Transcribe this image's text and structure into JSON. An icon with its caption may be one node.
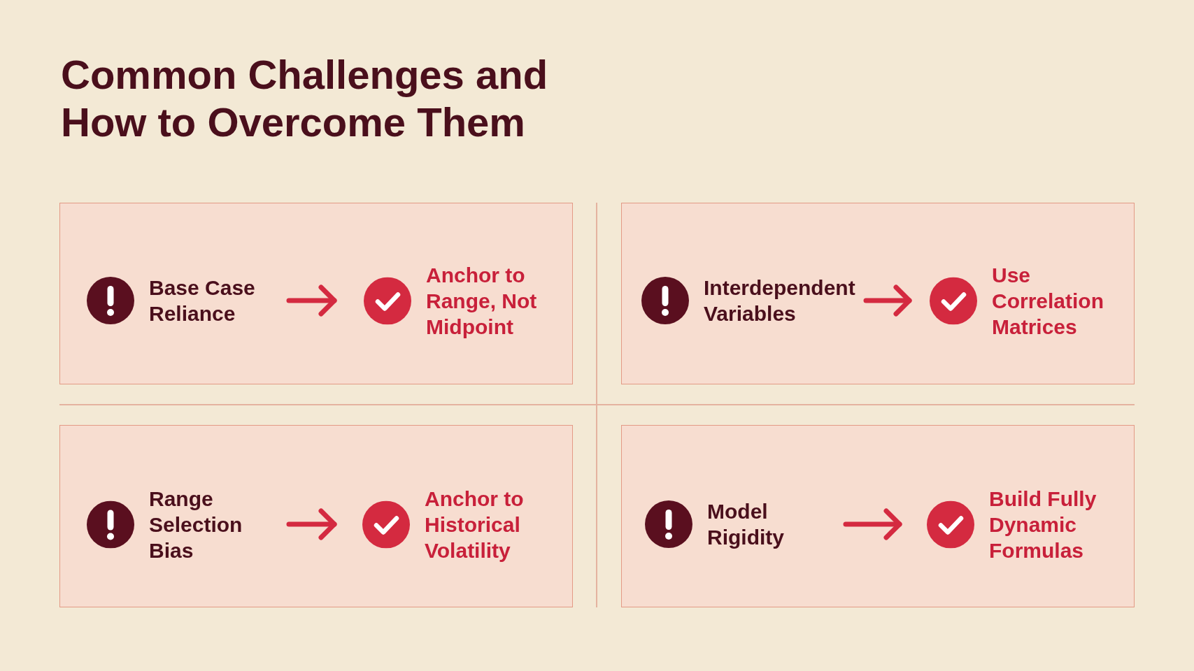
{
  "diagram": {
    "title": "Common Challenges and How to Overcome Them",
    "nodes": [
      {
        "text": [],
        "shape": "box"
      },
      {
        "text": [
          "Base Case Reliance"
        ],
        "in": 0
      },
      {
        "text": [
          "Anchor to Range, Not Midpoint"
        ],
        "in": 0
      },
      {
        "text": [],
        "shape": "box"
      },
      {
        "text": [
          "Interdependent Variables"
        ],
        "in": 3
      },
      {
        "text": [
          "Use Correlation Matrices"
        ],
        "in": 3
      },
      {
        "text": [],
        "shape": "box"
      },
      {
        "text": [
          "Range Selection Bias"
        ],
        "in": 6
      },
      {
        "text": [
          "Anchor to Historical Volatility"
        ],
        "in": 6
      },
      {
        "text": [],
        "shape": "box"
      },
      {
        "text": [
          "Model Rigidity"
        ],
        "in": 9
      },
      {
        "text": [
          "Build Fully Dynamic Formulas"
        ],
        "in": 9
      }
    ],
    "edges": [
      {
        "from": 1,
        "to": 2,
        "arrow": "to"
      },
      {
        "from": 4,
        "to": 5,
        "arrow": "to"
      },
      {
        "from": 7,
        "to": 8,
        "arrow": "to"
      },
      {
        "from": 10,
        "to": 11,
        "arrow": "to"
      }
    ]
  }
}
